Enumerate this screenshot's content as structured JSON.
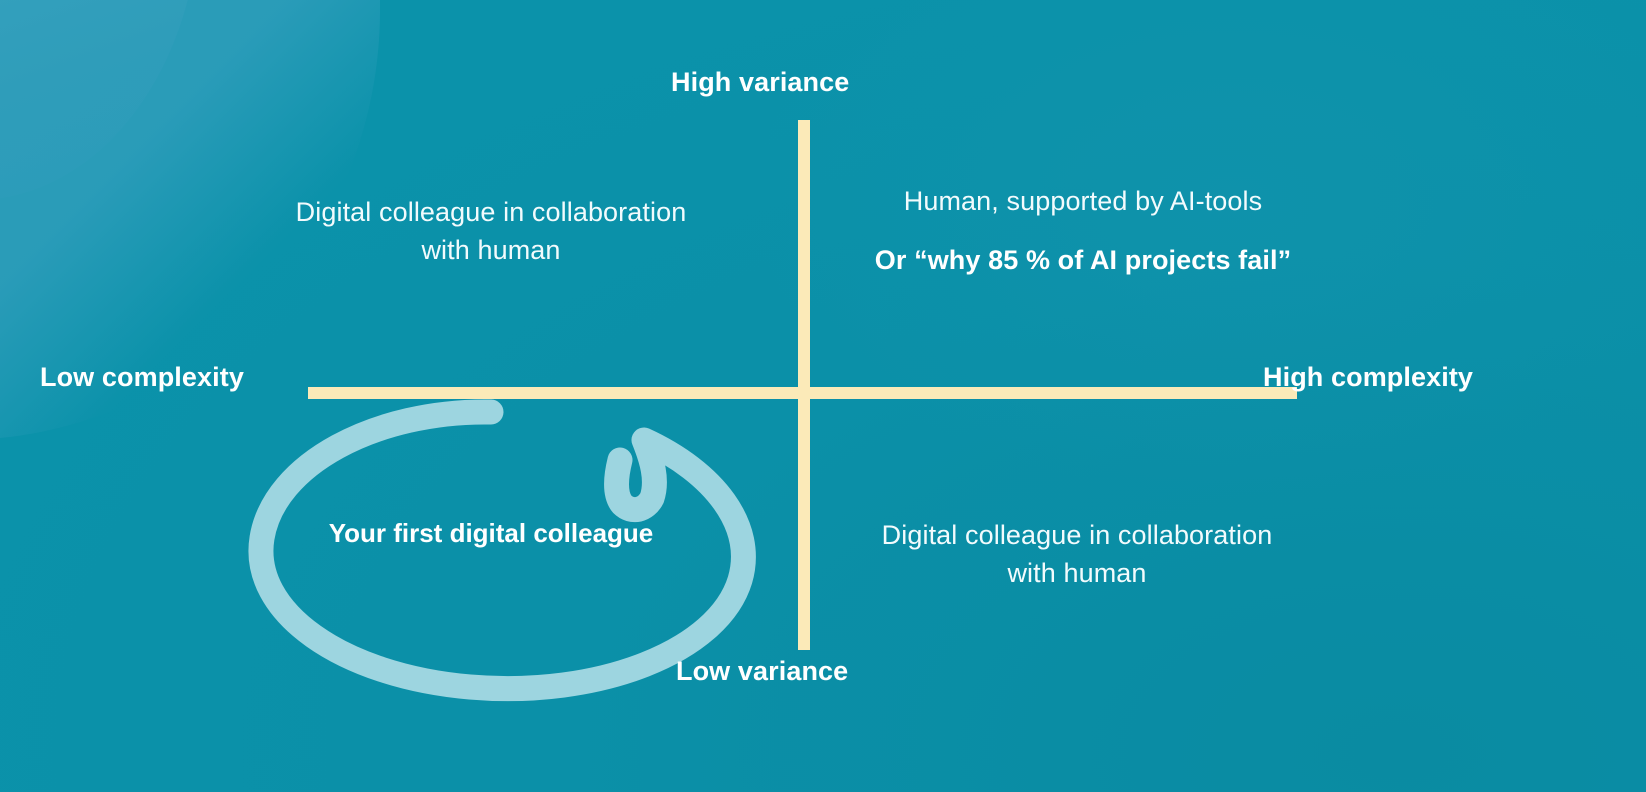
{
  "diagram": {
    "type": "2x2-quadrant-matrix",
    "axes": {
      "vertical": {
        "top_label": "High variance",
        "bottom_label": "Low variance"
      },
      "horizontal": {
        "left_label": "Low complexity",
        "right_label": "High complexity"
      }
    },
    "quadrants": {
      "top_left": {
        "position": "low complexity / high variance",
        "text": "Digital colleague in collaboration with human"
      },
      "top_right": {
        "position": "high complexity / high variance",
        "line1": "Human, supported by AI-tools",
        "line2": "Or “why 85 % of AI projects fail”"
      },
      "bottom_left": {
        "position": "low complexity / low variance",
        "text": "Your first digital colleague",
        "highlight": "hand-drawn-ellipse"
      },
      "bottom_right": {
        "position": "high complexity / low variance",
        "text": "Digital colleague in collaboration with human"
      }
    }
  },
  "colors": {
    "background_teal": "#0a8da4",
    "background_corner_light": "#2f9dba",
    "axis_cream": "#fbeab8",
    "highlight_circle": "#9dd5e0",
    "text_white": "#ffffff"
  }
}
